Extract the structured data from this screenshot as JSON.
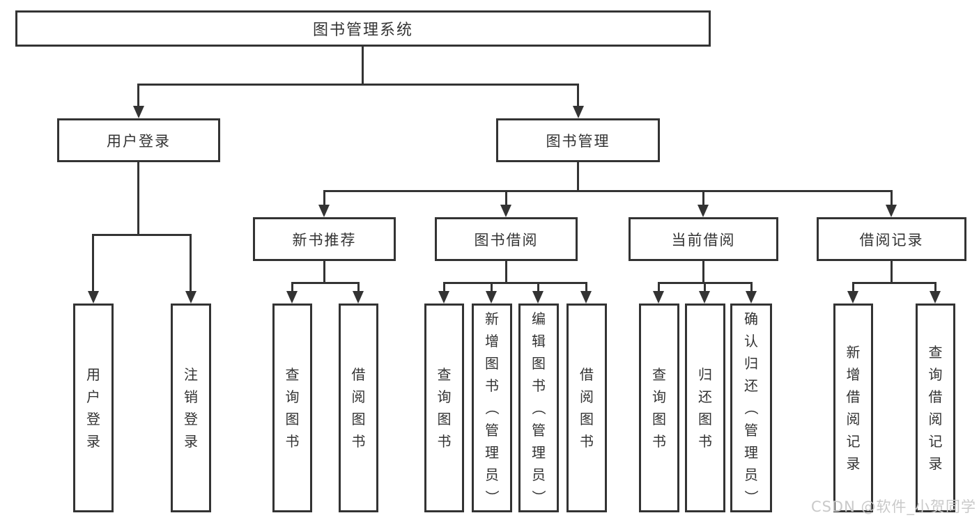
{
  "colors": {
    "line": "#333333",
    "text": "#333333",
    "watermark_color": "#c9c9c9",
    "background": "#ffffff"
  },
  "watermark": {
    "text": "CSDN @软件_小贺同学"
  },
  "chart_data": {
    "type": "tree-diagram",
    "title": "图书管理系统"
  },
  "tree": {
    "label": "图书管理系统",
    "children": [
      {
        "label": "用户登录",
        "children": [
          {
            "label": "用户登录"
          },
          {
            "label": "注销登录"
          }
        ]
      },
      {
        "label": "图书管理",
        "children": [
          {
            "label": "新书推荐",
            "children": [
              {
                "label": "查询图书"
              },
              {
                "label": "借阅图书"
              }
            ]
          },
          {
            "label": "图书借阅",
            "children": [
              {
                "label": "查询图书"
              },
              {
                "label": "新增图书（管理员）"
              },
              {
                "label": "编辑图书（管理员）"
              },
              {
                "label": "借阅图书"
              }
            ]
          },
          {
            "label": "当前借阅",
            "children": [
              {
                "label": "查询图书"
              },
              {
                "label": "归还图书"
              },
              {
                "label": "确认归还（管理员）"
              }
            ]
          },
          {
            "label": "借阅记录",
            "children": [
              {
                "label": "新增借阅记录"
              },
              {
                "label": "查询借阅记录"
              }
            ]
          }
        ]
      }
    ]
  }
}
